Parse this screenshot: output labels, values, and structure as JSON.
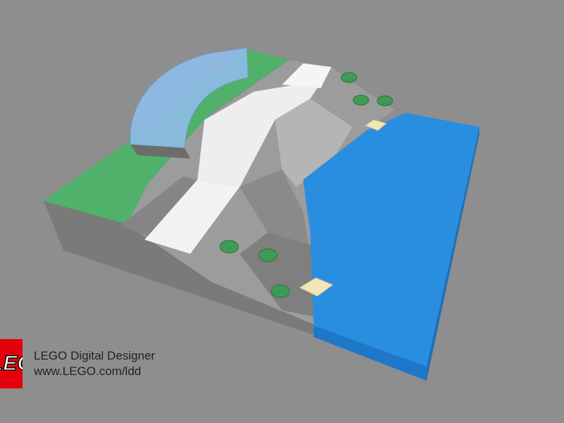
{
  "app": {
    "name": "LEGO Digital Designer",
    "url": "www.LEGO.com/ldd",
    "logo_text": "LEGO"
  },
  "colors": {
    "background": "#8e8e8e",
    "green": "#4fb16a",
    "water": "#2a8ee0",
    "gray": "#9a9a9a",
    "white": "#f2f2f2",
    "trans_blue": "#8fbde8",
    "tan": "#f2e6b8",
    "logo_red": "#e3000b"
  }
}
